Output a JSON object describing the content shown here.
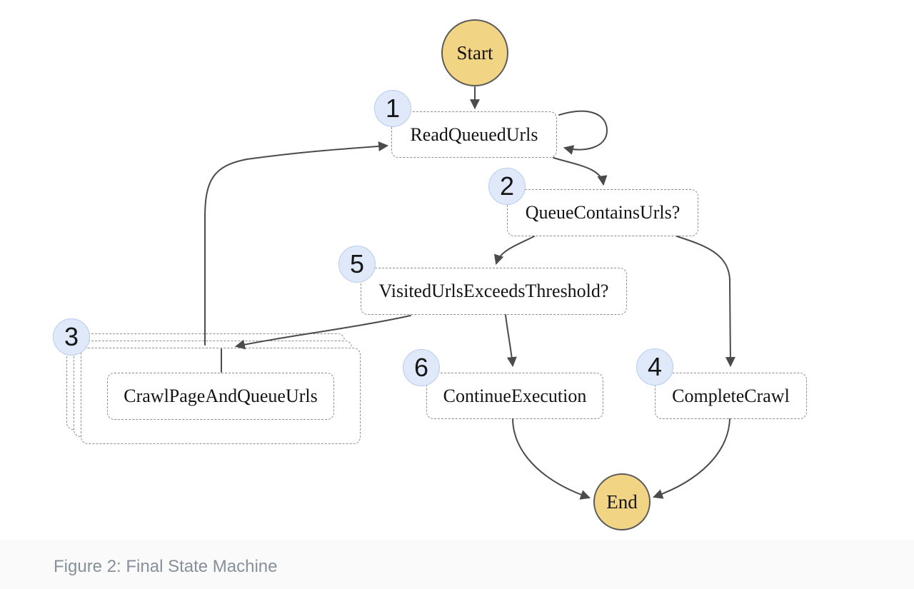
{
  "diagram": {
    "caption": "Figure 2: Final State Machine",
    "start": {
      "label": "Start"
    },
    "end": {
      "label": "End"
    },
    "states": [
      {
        "number": "1",
        "label": "ReadQueuedUrls"
      },
      {
        "number": "2",
        "label": "QueueContainsUrls?"
      },
      {
        "number": "3",
        "label": "CrawlPageAndQueueUrls"
      },
      {
        "number": "4",
        "label": "CompleteCrawl"
      },
      {
        "number": "5",
        "label": "VisitedUrlsExceedsThreshold?"
      },
      {
        "number": "6",
        "label": "ContinueExecution"
      }
    ],
    "colors": {
      "terminal_fill": "#F2D584",
      "terminal_border": "#5A5A5A",
      "badge_fill": "#DFE9FA",
      "badge_border": "#B7CDEE",
      "box_border": "#8E8E8E",
      "edge": "#4B4B4B",
      "label_text": "#141414",
      "caption_text": "#86909B",
      "page_bg": "#FFFFFF",
      "footer_bg": "#FAFAFA"
    }
  }
}
